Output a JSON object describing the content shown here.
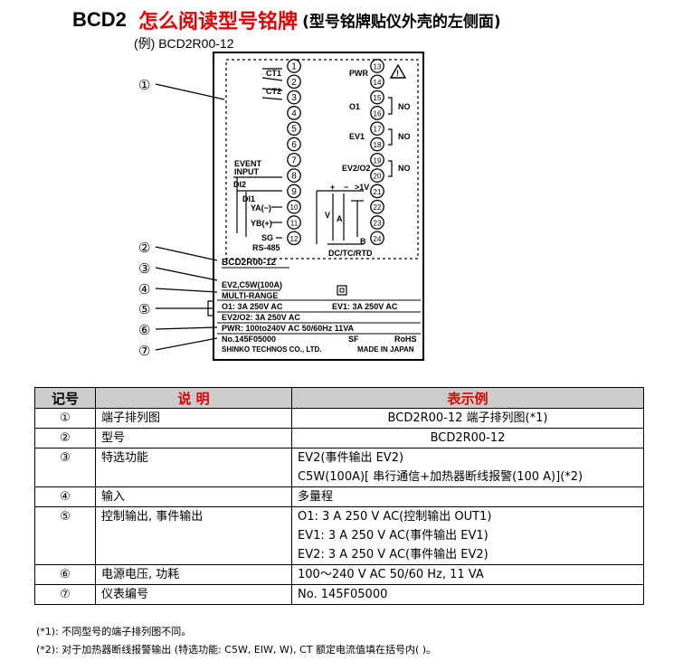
{
  "header": {
    "model": "BCD2",
    "title_red": "怎么阅读型号铭牌",
    "title_sub": "(型号铭牌贴仪外壳的左侧面)",
    "example": "(例) BCD2R00-12"
  },
  "diagram": {
    "callouts": [
      "①",
      "②",
      "③",
      "④",
      "⑤",
      "⑥",
      "⑦"
    ],
    "left_labels": [
      "CT1",
      "CT2",
      "EVENT",
      "INPUT",
      "DI2",
      "DI1",
      "YA(−)",
      "YB(+)",
      "SG",
      "RS-485"
    ],
    "right_labels": [
      "PWR",
      "O1",
      "NO",
      "EV1",
      "NO",
      "EV2/O2",
      "NO",
      "+",
      "−",
      ">1V",
      "V",
      "A",
      "B",
      "DC/TC/RTD"
    ],
    "terminals": [
      "1",
      "2",
      "3",
      "4",
      "5",
      "6",
      "7",
      "8",
      "9",
      "10",
      "11",
      "12",
      "13",
      "14",
      "15",
      "16",
      "17",
      "18",
      "19",
      "20",
      "21",
      "22",
      "23",
      "24"
    ],
    "plate": {
      "model": "BCD2R00-12",
      "options": "EV2,C5W(100A)",
      "input": "MULTI-RANGE",
      "out1": "O1: 3A  250V  AC",
      "ev1": "EV1: 3A  250V  AC",
      "ev2": "EV2/O2: 3A  250V  AC",
      "power": "PWR: 100to240V  AC 50/60Hz  11VA",
      "serial": "No.145F05000",
      "sf": "SF",
      "rohs": "RoHS",
      "maker": "SHINKO TECHNOS CO., LTD.",
      "origin": "MADE IN JAPAN"
    }
  },
  "table": {
    "headers": [
      "记号",
      "说 明",
      "表示例"
    ],
    "rows": [
      {
        "mark": "①",
        "desc": "端子排列图",
        "lines": [
          "BCD2R00-12 端子排列图(*1)"
        ]
      },
      {
        "mark": "②",
        "desc": "型号",
        "lines": [
          "BCD2R00-12"
        ]
      },
      {
        "mark": "③",
        "desc": "特选功能",
        "lines": [
          "EV2(事件输出 EV2)",
          "C5W(100A)[ 串行通信+加热器断线报警(100 A)](*2)"
        ]
      },
      {
        "mark": "④",
        "desc": "输入",
        "lines": [
          "多量程"
        ]
      },
      {
        "mark": "⑤",
        "desc": "控制输出, 事件输出",
        "lines": [
          "O1: 3 A 250 V AC(控制输出 OUT1)",
          "EV1: 3 A 250 V AC(事件输出 EV1)",
          "EV2: 3 A 250 V AC(事件输出 EV2)"
        ]
      },
      {
        "mark": "⑥",
        "desc": "电源电压, 功耗",
        "lines": [
          "100～240 V AC 50/60 Hz,  11 VA"
        ]
      },
      {
        "mark": "⑦",
        "desc": "仪表编号",
        "lines": [
          "No. 145F05000"
        ]
      }
    ]
  },
  "notes": [
    "(*1):  不同型号的端子排列图不同。",
    "(*2):  对于加热器断线报警输出 (特选功能: C5W, EIW, W),  CT 额定电流值填在括号内(   )。"
  ]
}
